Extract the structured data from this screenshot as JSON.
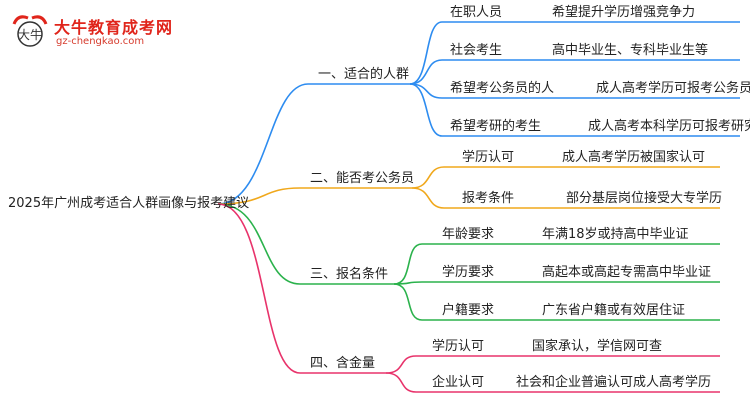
{
  "logo": {
    "title": "大牛教育成考网",
    "url": "gz-chengkao.com",
    "mark_text": "大牛"
  },
  "root": {
    "label": "2025年广州成考适合人群画像与报考建议"
  },
  "branches": [
    {
      "label": "一、适合的人群",
      "color": "#2d8cf0",
      "children": [
        {
          "label": "在职人员",
          "detail": "希望提升学历增强竞争力"
        },
        {
          "label": "社会考生",
          "detail": "高中毕业生、专科毕业生等"
        },
        {
          "label": "希望考公务员的人",
          "detail": "成人高考学历可报考公务员"
        },
        {
          "label": "希望考研的考生",
          "detail": "成人高考本科学历可报考研究生"
        }
      ]
    },
    {
      "label": "二、能否考公务员",
      "color": "#f0a81c",
      "children": [
        {
          "label": "学历认可",
          "detail": "成人高考学历被国家认可"
        },
        {
          "label": "报考条件",
          "detail": "部分基层岗位接受大专学历"
        }
      ]
    },
    {
      "label": "三、报名条件",
      "color": "#2bb24c",
      "children": [
        {
          "label": "年龄要求",
          "detail": "年满18岁或持高中毕业证"
        },
        {
          "label": "学历要求",
          "detail": "高起本或高起专需高中毕业证"
        },
        {
          "label": "户籍要求",
          "detail": "广东省户籍或有效居住证"
        }
      ]
    },
    {
      "label": "四、含金量",
      "color": "#e8336b",
      "children": [
        {
          "label": "学历认可",
          "detail": "国家承认，学信网可查"
        },
        {
          "label": "企业认可",
          "detail": "社会和企业普遍认可成人高考学历"
        }
      ]
    }
  ]
}
